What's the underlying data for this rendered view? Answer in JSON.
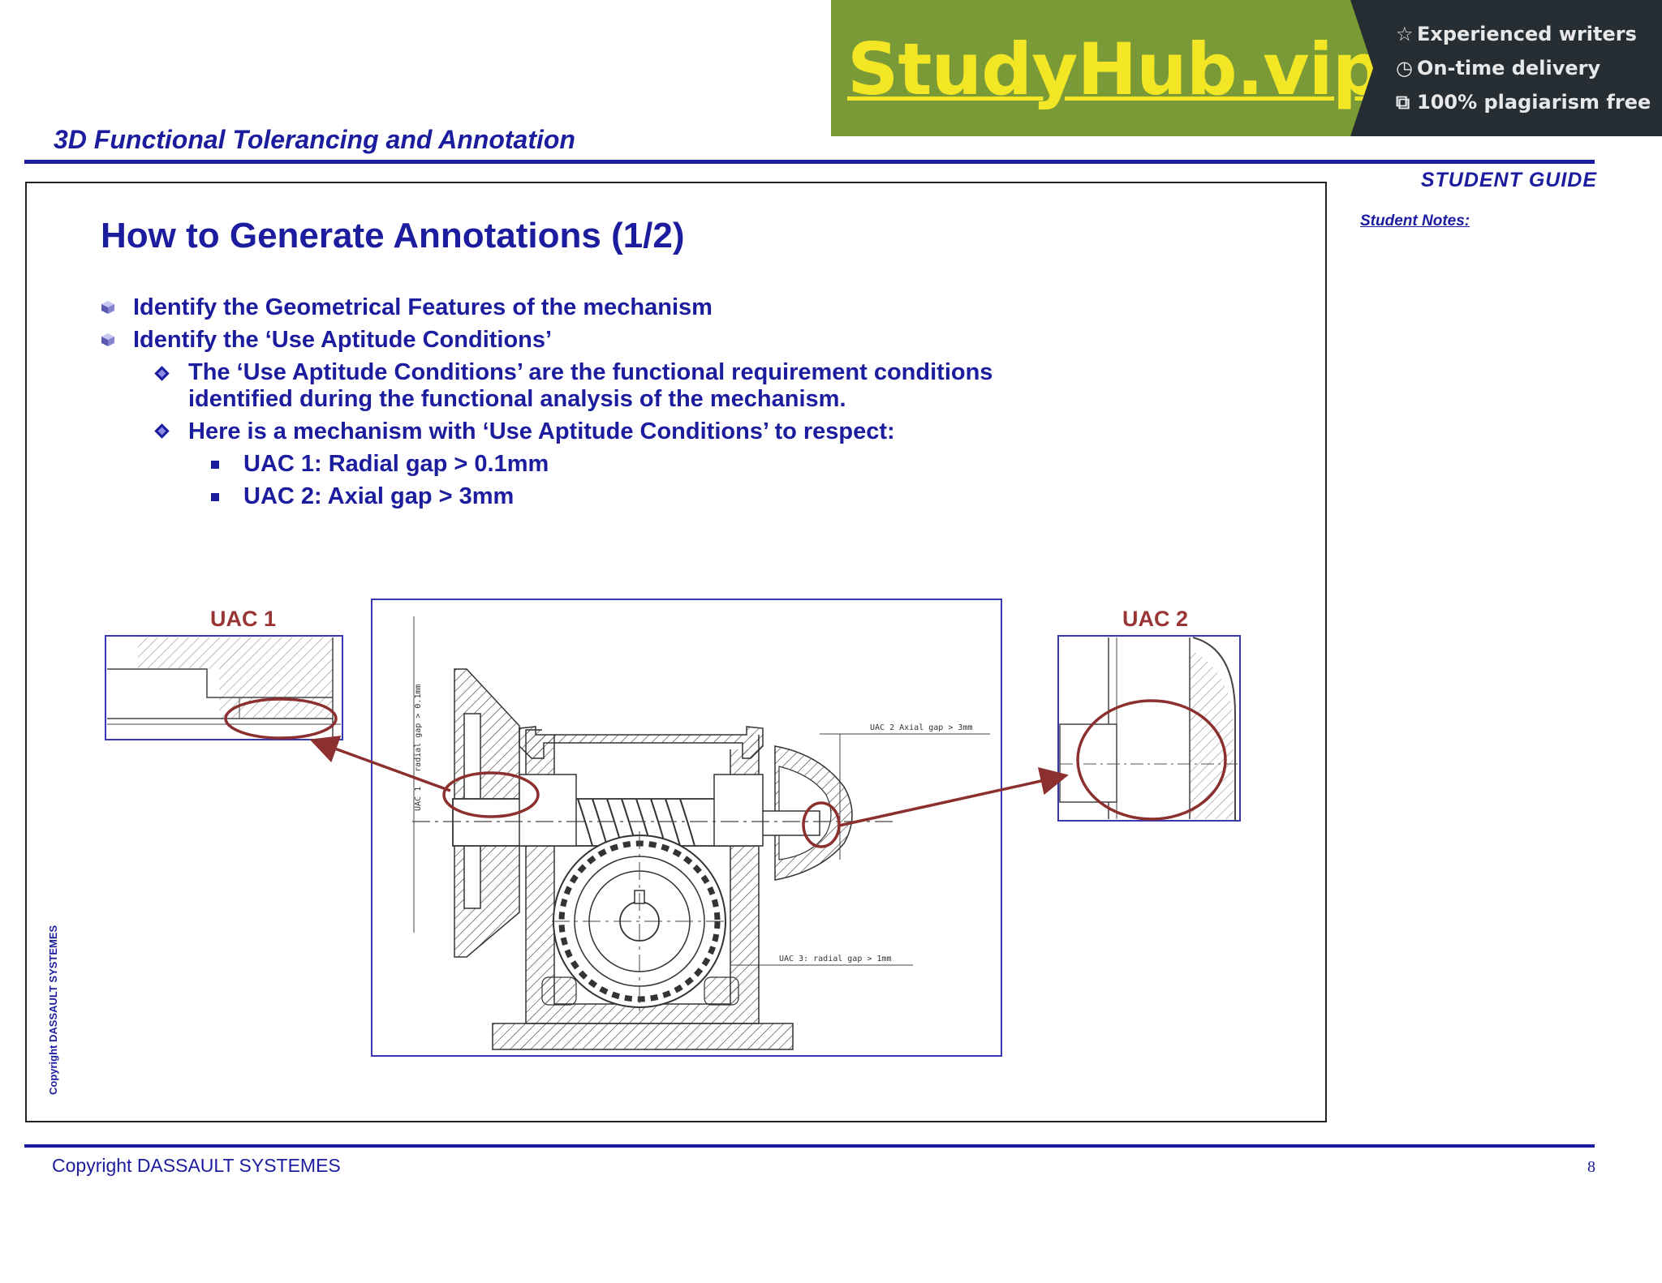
{
  "banner": {
    "logo": "StudyHub.vip",
    "features": [
      {
        "icon": "star-icon",
        "glyph": "☆",
        "text": "Experienced writers"
      },
      {
        "icon": "clock-icon",
        "glyph": "◷",
        "text": "On-time delivery"
      },
      {
        "icon": "copy-icon",
        "glyph": "⧉",
        "text": "100% plagiarism free"
      }
    ],
    "colors": {
      "green": "#7a9a38",
      "dark": "#262d33",
      "logo": "#f3e625"
    }
  },
  "header": {
    "title": "3D Functional Tolerancing and Annotation",
    "guide_label": "STUDENT GUIDE",
    "notes_label": "Student Notes:"
  },
  "slide": {
    "title": "How to Generate Annotations (1/2)",
    "bullets": [
      "Identify the Geometrical Features of the mechanism",
      "Identify the ‘Use Aptitude Conditions’"
    ],
    "sub_bullets": [
      "The ‘Use Aptitude Conditions’ are the functional requirement conditions",
      "identified during the functional analysis of the mechanism.",
      "Here is a mechanism with ‘Use Aptitude Conditions’ to respect:"
    ],
    "sub_sub_bullets": [
      "UAC 1: Radial gap > 0.1mm",
      "UAC 2: Axial gap > 3mm"
    ],
    "figure": {
      "uac1_label": "UAC 1",
      "uac2_label": "UAC 2",
      "drawing_notes": [
        "UAC 1 : radial gap > 0.1mm",
        "UAC 2 Axial gap > 3mm",
        "UAC 3: radial gap > 1mm"
      ]
    },
    "side_copyright": "Copyright DASSAULT SYSTEMES"
  },
  "footer": {
    "copyright": "Copyright DASSAULT SYSTEMES",
    "page": "8"
  },
  "colors": {
    "text": "#1c1c9e",
    "accent": "#9a3535",
    "frame": "#222222"
  }
}
